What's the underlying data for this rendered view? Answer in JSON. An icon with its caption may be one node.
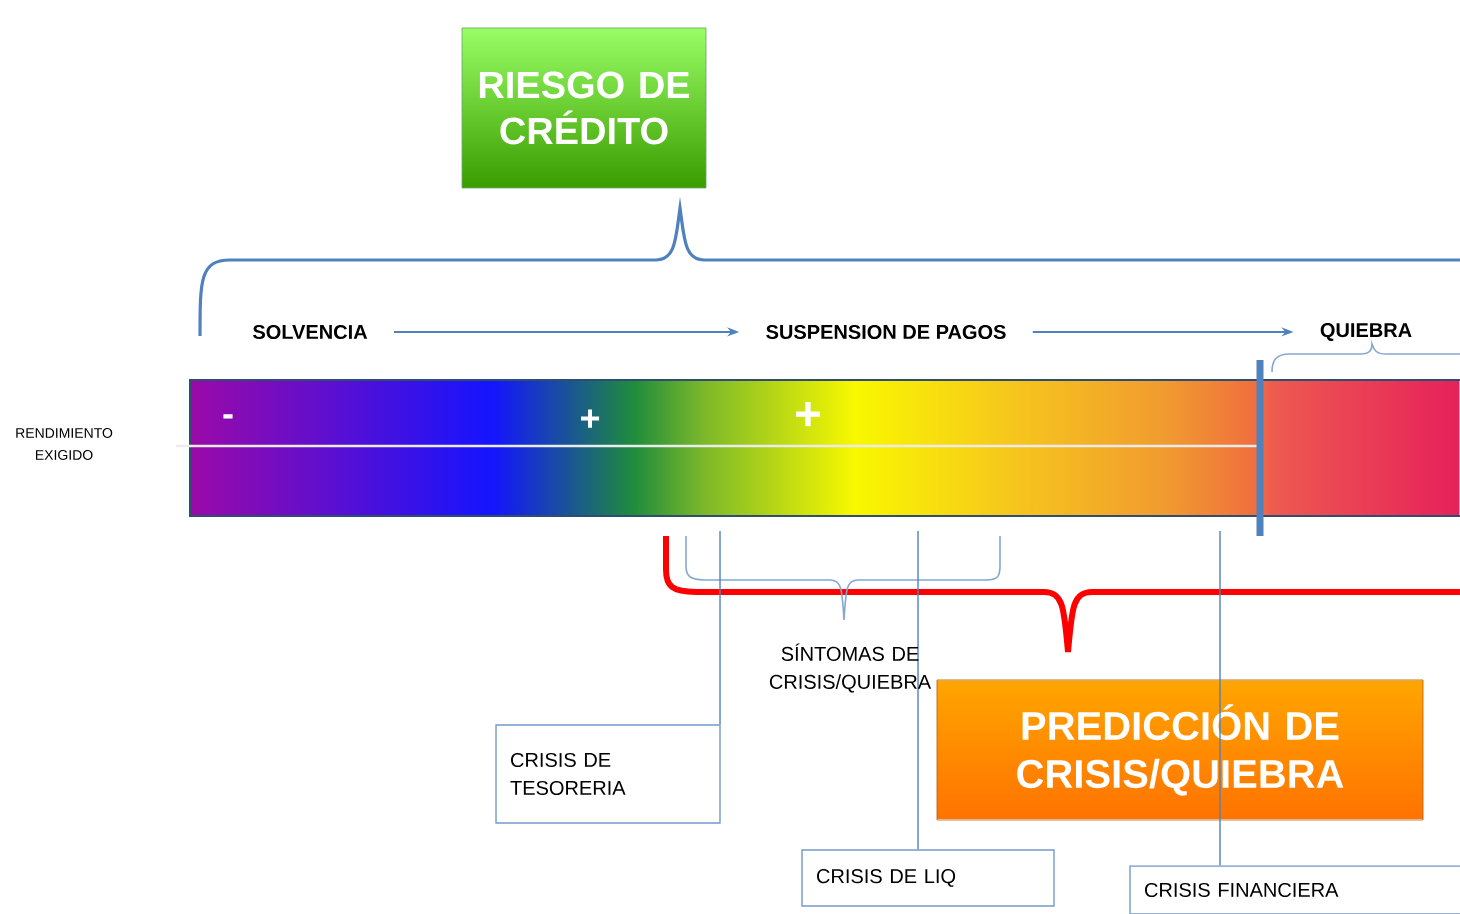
{
  "diagram": {
    "nodes": [
      {
        "text": [
          "RIESGO DE CRÉDITO"
        ]
      },
      {
        "text": [
          "SOLVENCIA"
        ]
      },
      {
        "text": [
          "SUSPENSION DE PAGOS"
        ]
      },
      {
        "text": [
          "QUIEBRA"
        ]
      },
      {
        "text": [],
        "shape": "bar"
      },
      {
        "text": [
          "PREDICCIÓN DE CRISIS/QUIEBRA"
        ]
      },
      {
        "text": [
          "CRISIS DE TESORERIA"
        ]
      },
      {
        "text": [
          "CRISIS DE LIQ"
        ]
      },
      {
        "text": [
          "CRISIS FINANCIERA"
        ]
      }
    ],
    "edges": [
      {
        "from": 1,
        "to": 2,
        "arrow": "to"
      },
      {
        "from": 2,
        "to": 3,
        "arrow": "to"
      },
      {
        "from": 6,
        "to": 4,
        "arrow": "none"
      },
      {
        "from": 7,
        "to": 4,
        "arrow": "none"
      },
      {
        "from": 8,
        "to": 4,
        "arrow": "none"
      }
    ],
    "labels": [
      "RENDIMIENTO EXIGIDO",
      "-",
      "+",
      "+",
      "SÍNTOMAS DE CRISIS/QUIEBRA"
    ]
  }
}
